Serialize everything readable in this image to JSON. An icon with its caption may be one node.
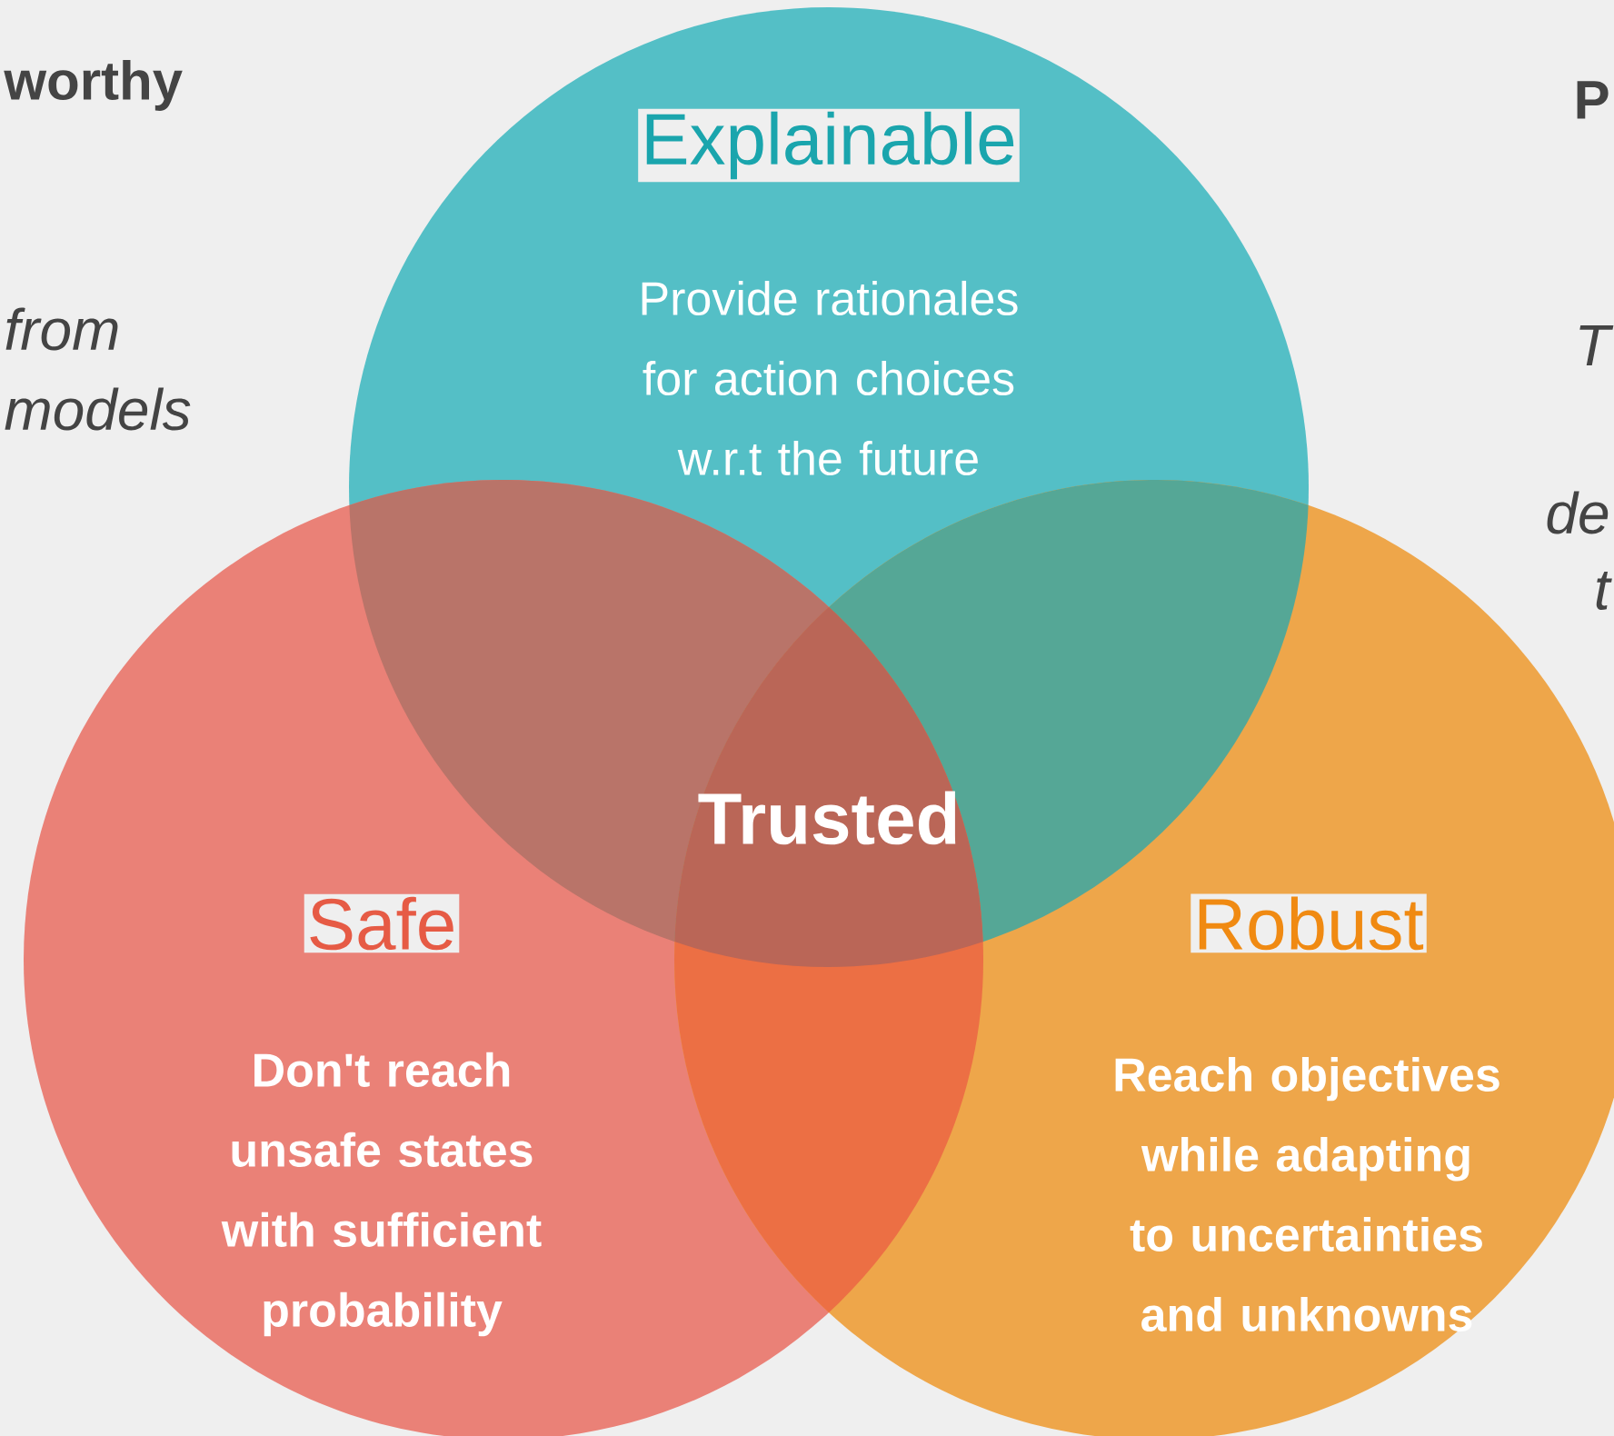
{
  "diagram": {
    "nodes": [
      {
        "text": [
          "Explainable",
          "Provide rationales for action choices w.r.t the future"
        ]
      },
      {
        "text": [
          "Safe",
          "Don't reach unsafe states with sufficient probability"
        ]
      },
      {
        "text": [
          "Robust",
          "Reach objectives while adapting to uncertainties and unknowns"
        ]
      }
    ],
    "labels": [
      "worthy",
      "P",
      "from",
      "T",
      "models",
      "Trusted",
      "de",
      "t"
    ]
  }
}
